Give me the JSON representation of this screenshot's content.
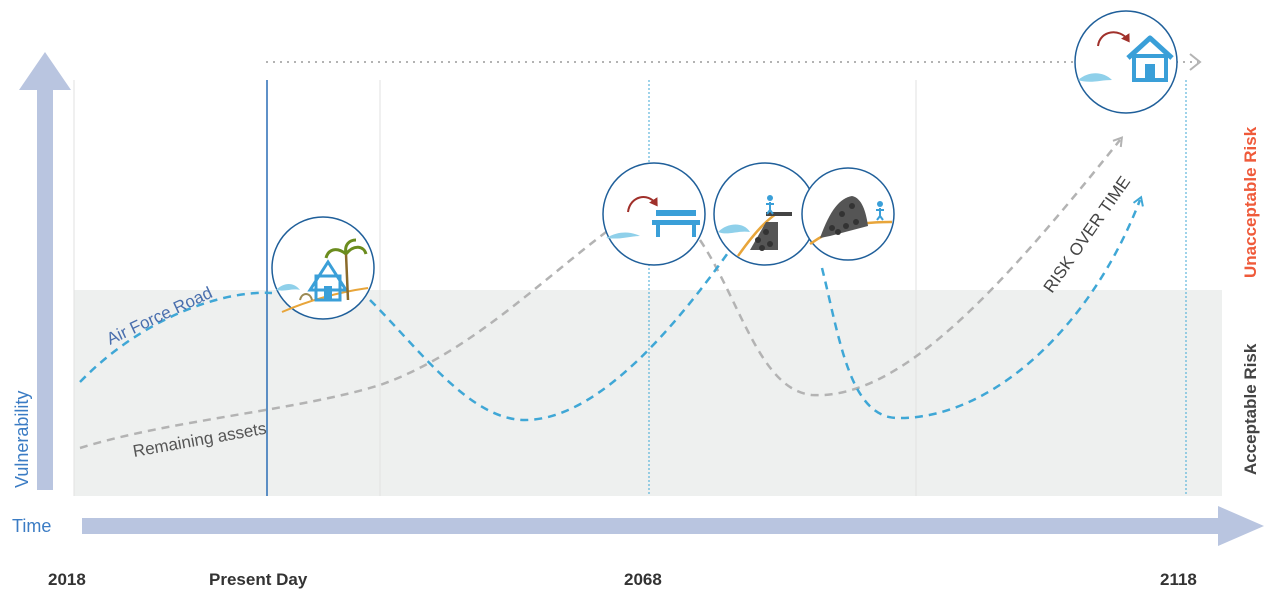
{
  "axes": {
    "y_title": "Vulnerability",
    "x_title": "Time",
    "x_ticks": [
      "2018",
      "Present Day",
      "2068",
      "2118"
    ]
  },
  "bands": {
    "upper": "Unacceptable Risk",
    "lower": "Acceptable Risk"
  },
  "curves": {
    "air_force_road": "Air Force Road",
    "remaining_assets": "Remaining assets",
    "risk_over_time": "RISK OVER TIME"
  },
  "colors": {
    "axis_arrow": "#b9c5e0",
    "acceptable_band": "#eef0ef",
    "unacceptable_text": "#ef5a3a",
    "acceptable_text": "#444444",
    "blue_curve": "#3fa7d6",
    "gray_curve": "#b3b3b3",
    "dark_blue_line": "#2a6db5",
    "icon_blue": "#3a9fd8",
    "sand": "#e8a53a"
  },
  "icons": [
    "house-palm-coast-icon",
    "relocate-bench-icon",
    "seawall-walkway-icon",
    "rock-revetment-icon",
    "relocate-house-icon"
  ]
}
